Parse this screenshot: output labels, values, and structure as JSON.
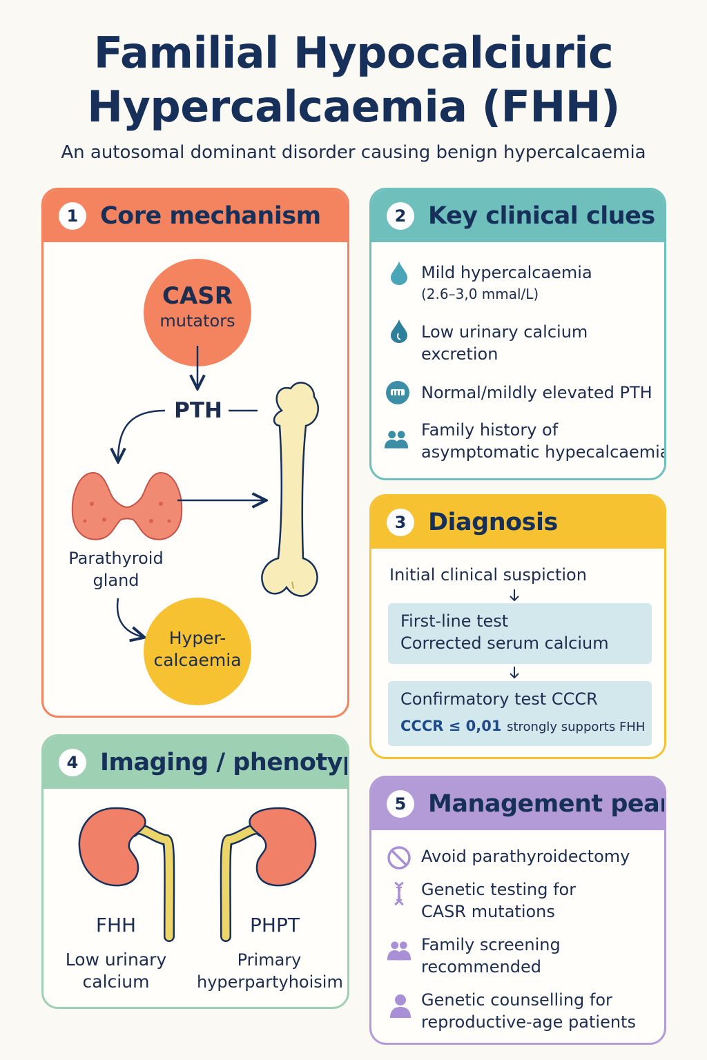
{
  "header": {
    "title_line1": "Familial Hypocalciuric",
    "title_line2": "Hypercalcaemia (FHH)",
    "subtitle": "An autosomal dominant disorder causing benign hypercalcaemia"
  },
  "colors": {
    "mechanism": "#f4845f",
    "clues": "#6fbfbd",
    "diagnosis": "#f6c232",
    "imaging": "#9ed1b3",
    "management": "#b29bd7",
    "navy": "#17305a"
  },
  "mechanism": {
    "number": "1",
    "title": "Core mechanism",
    "casr_line1": "CASR",
    "casr_line2": "mutators",
    "pth": "PTH",
    "gland_line1": "Parathyroid",
    "gland_line2": "gland",
    "hyper_line1": "Hyper-",
    "hyper_line2": "calcaemia"
  },
  "clues": {
    "number": "2",
    "title": "Key clinical clues",
    "items": [
      {
        "icon": "drop-icon",
        "line1": "Mild hypercalcaemia",
        "line2": "(2.6–3,0 mmal/L)"
      },
      {
        "icon": "urine-drop-icon",
        "line1": "Low urinary calcium",
        "line2": "excretion"
      },
      {
        "icon": "gland-icon",
        "line1": "Normal/mildly elevated PTH",
        "line2": ""
      },
      {
        "icon": "family-icon",
        "line1": "Family history of",
        "line2": "asymptomatic hypecalcaemia"
      }
    ]
  },
  "diagnosis": {
    "number": "3",
    "title": "Diagnosis",
    "step1": "Initial clinical suspiction",
    "step2_line1": "First-line test",
    "step2_line2": "Corrected serum calcium",
    "step3_line1": "Confirmatory test CCCR",
    "step3_bold": "CCCR ≤ 0,01",
    "step3_rest": "strongly supports FHH"
  },
  "imaging": {
    "number": "4",
    "title": "Imaging / phenotype",
    "left_label": "FHH",
    "left_desc_line1": "Low urinary",
    "left_desc_line2": "calcium",
    "right_label": "PHPT",
    "right_desc_line1": "Primary",
    "right_desc_line2": "hyperpartyhoisim"
  },
  "management": {
    "number": "5",
    "title": "Management pearls",
    "items": [
      {
        "icon": "prohibited-icon",
        "line1": "Avoid parathyroidectomy",
        "line2": ""
      },
      {
        "icon": "dna-icon",
        "line1": "Genetic testing for",
        "line2": "CASR mutations"
      },
      {
        "icon": "family-icon",
        "line1": "Family screening",
        "line2": "recommended"
      },
      {
        "icon": "person-icon",
        "line1": "Genetic counselling for",
        "line2": "reproductive-age patients"
      }
    ]
  }
}
